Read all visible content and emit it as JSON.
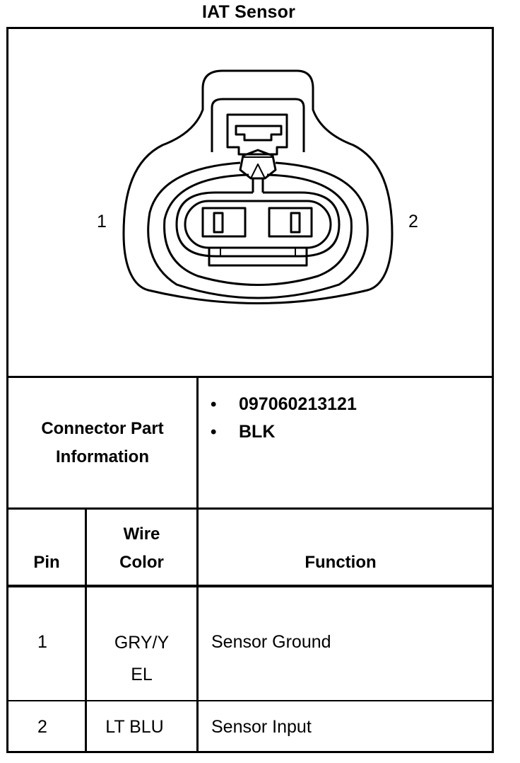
{
  "title": "IAT Sensor",
  "diagram": {
    "pin_labels": [
      "1",
      "2"
    ]
  },
  "connector_part": {
    "label_line1": "Connector Part",
    "label_line2": "Information",
    "items": [
      "097060213121",
      "BLK"
    ],
    "bullet": "•"
  },
  "table": {
    "headers": {
      "pin": "Pin",
      "wire_color_line1": "Wire",
      "wire_color_line2": "Color",
      "function": "Function"
    },
    "rows": [
      {
        "pin": "1",
        "wire_color_line1": "GRY/Y",
        "wire_color_line2": "EL",
        "function": "Sensor Ground"
      },
      {
        "pin": "2",
        "wire_color_line1": "LT BLU",
        "wire_color_line2": "",
        "function": "Sensor Input"
      }
    ]
  }
}
